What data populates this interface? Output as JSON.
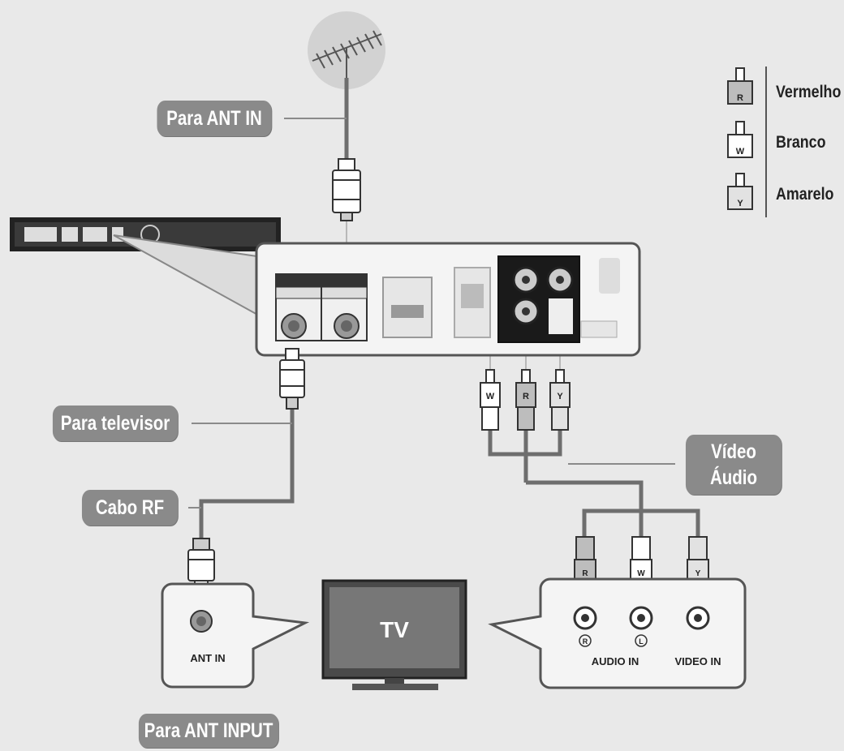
{
  "callouts": {
    "ant_in": "Para ANT IN",
    "televisor": "Para televisor",
    "cabo_rf": "Cabo RF",
    "video": "Vídeo",
    "audio": "Áudio",
    "ant_input": "Para ANT INPUT"
  },
  "legend": {
    "red": {
      "letter": "R",
      "label": "Vermelho"
    },
    "white": {
      "letter": "W",
      "label": "Branco"
    },
    "yellow": {
      "letter": "Y",
      "label": "Amarelo"
    }
  },
  "plugs": {
    "w": "W",
    "r": "R",
    "y": "Y"
  },
  "tv": {
    "label": "TV",
    "ant_in": "ANT IN",
    "audio_in": "AUDIO IN",
    "video_in": "VIDEO IN",
    "ch_r": "R",
    "ch_l": "L"
  },
  "colors": {
    "background": "#e9e9e9",
    "callout": "#8a8a8a",
    "cable": "#6e6e6e",
    "panel": "#f4f4f4"
  }
}
